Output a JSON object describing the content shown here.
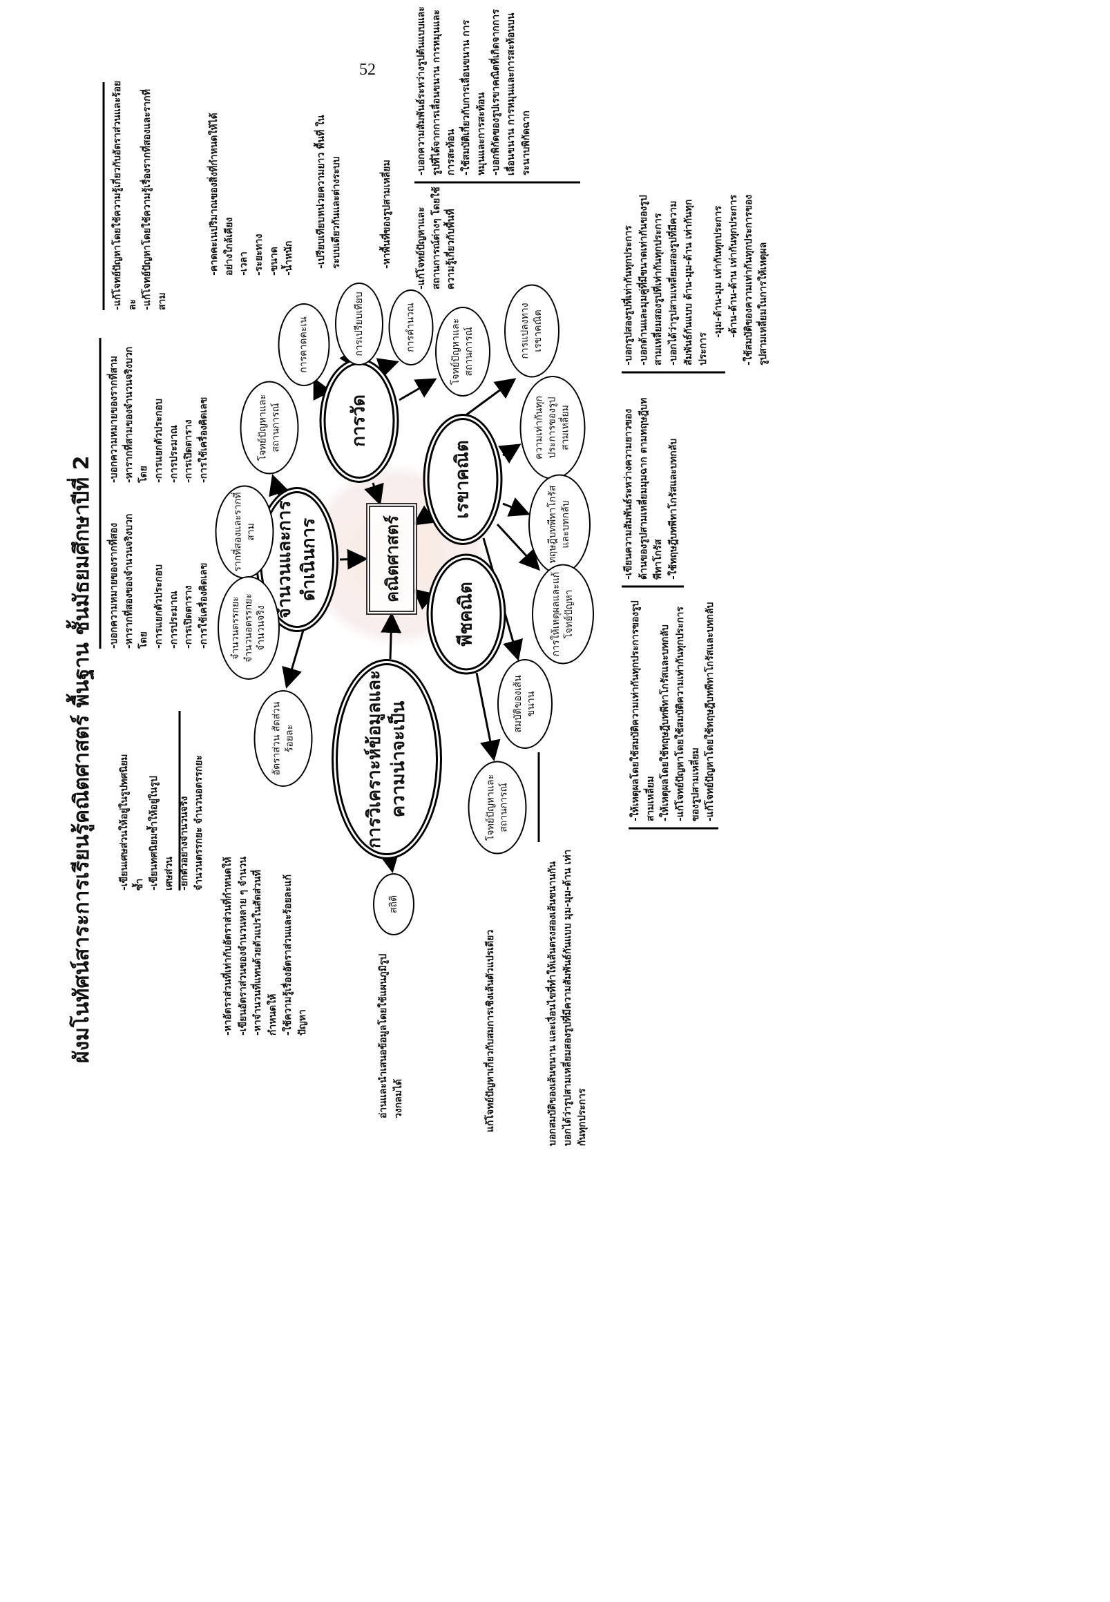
{
  "page_number": "52",
  "title": "ผังมโนทัศน์สาระการเรียนรู้คณิตศาสตร์ พื้นฐาน ชั้นมัธยมศึกษาปีที่ 2",
  "center": "คณิตศาสตร์",
  "main_nodes": {
    "number": "จำนวนและการดำเนินการ",
    "measurement": "การวัด",
    "geometry": "เรขาคณิต",
    "algebra": "พีชคณิต",
    "data": "การวิเคราะห์ข้อมูลและความน่าจะเป็น"
  },
  "sub_nodes": {
    "roots": "รากที่สองและรากที่สาม",
    "real_numbers": "จำนวนตรรกยะ จำนวนอตรรกยะ จำนวนจริง",
    "ratio": "อัตราส่วน สัดส่วน ร้อยละ",
    "number_problems": "โจทย์ปัญหาและสถานการณ์",
    "estimation": "การคาดคะเน",
    "comparison": "การเปรียบเทียบ",
    "calculation": "การคำนวณ",
    "measure_problems": "โจทย์ปัญหาและสถานการณ์",
    "transformation": "การแปลงทางเรขาคณิต",
    "congruence": "ความเท่ากันทุกประการของรูปสามเหลี่ยม",
    "pythagoras": "ทฤษฎีบทพีทาโกรัสและบทกลับ",
    "reasoning": "การให้เหตุผลและแก้โจทย์ปัญหา",
    "parallel": "สมบัติของเส้นขนาน",
    "algebra_problems": "โจทย์ปัญหาและสถานการณ์",
    "statistics": "สถิติ"
  },
  "lists": {
    "real_numbers": [
      "-เขียนเศษส่วนให้อยู่ในรูปทศนิยมซ้ำ",
      "-เขียนทศนิยมซ้ำให้อยู่ในรูปเศษส่วน",
      "-ยกตัวอย่างจำนวนจริง จำนวนตรรกยะ จำนวนอตรรกยะ"
    ],
    "square_roots": [
      "-บอกความหมายของรากที่สอง",
      "-หารากที่สองของจำนวนจริงบวกโดย",
      "-การแยกตัวประกอบ",
      "-การประมาณ",
      "-การเปิดตาราง",
      "-การใช้เครื่องคิดเลข"
    ],
    "cube_roots": [
      "-บอกความหมายของรากที่สาม",
      "-หารากที่สามของจำนวนจริงบวกโดย",
      "-การแยกตัวประกอบ",
      "-การประมาณ",
      "-การเปิดตาราง",
      "-การใช้เครื่องคิดเลข"
    ],
    "number_problems": [
      "-แก้โจทย์ปัญหาโดยใช้ความรู้เกี่ยวกับอัตราส่วนและร้อยละ",
      "-แก้โจทย์ปัญหาโดยใช้ความรู้เรื่องรากที่สองและรากที่สาม"
    ],
    "estimation": [
      "-คาดคะเนปริมาณของสิ่งที่กำหนดให้ได้อย่างใกล้เคียง",
      "-เวลา",
      "-ระยะทาง",
      "-ขนาด",
      "-น้ำหนัก"
    ],
    "comparison": [
      "-เปรียบเทียบหน่วยความยาว พื้นที่ ในระบบเดียวกันและต่างระบบ"
    ],
    "calculation": [
      "-หาพื้นที่ของรูปสามเหลี่ยม"
    ],
    "measure_problems": [
      "-แก้โจทย์ปัญหาและสถานการณ์ต่างๆ โดยใช้ความรู้เกี่ยวกับพื้นที่"
    ],
    "transformation": [
      "-บอกความสัมพันธ์ระหว่างรูปต้นแบบและรูปที่ได้จากการเลื่อนขนาน การหมุนและการสะท้อน",
      "-ใช้สมบัติเกี่ยวกับการเลื่อนขนาน การหมุนและการสะท้อน",
      "-บอกพิกัดของรูปเรขาคณิตที่เกิดจากการเลื่อนขนาน การหมุนและการสะท้อนบนระนาบพิกัดฉาก"
    ],
    "congruence": [
      "-บอกรูปสองรูปที่เท่ากันทุกประการ",
      "-บอกด้านและมุมคู่ที่มีขนาดเท่ากันของรูปสามเหลี่ยมสองรูปที่เท่ากันทุกประการ",
      "-บอกได้ว่ารูปสามเหลี่ยมสองรูปที่มีความสัมพันธ์กันแบบ ด้าน-มุม-ด้าน เท่ากันทุกประการ",
      "-มุม-ด้าน-มุม เท่ากันทุกประการ",
      "-ด้าน-ด้าน-ด้าน เท่ากันทุกประการ",
      "-ใช้สมบัติของความเท่ากันทุกประการของรูปสามเหลี่ยมในการให้เหตุผล"
    ],
    "pythagoras": [
      "-เขียนความสัมพันธ์ระหว่างความยาวของด้านของรูปสามเหลี่ยมมุมฉาก ตามทฤษฎีบทพีทาโกรัส",
      "-ใช้ทฤษฎีบทพีทาโกรัสและบทกลับ"
    ],
    "reasoning": [
      "-ให้เหตุผลโดยใช้สมบัติความเท่ากันทุกประการของรูปสามเหลี่ยม",
      "-ให้เหตุผลโดยใช้ทฤษฎีบทพีทาโกรัสและบทกลับ",
      "-แก้โจทย์ปัญหาโดยใช้สมบัติความเท่ากันทุกประการของรูปสามเหลี่ยม",
      "-แก้โจทย์ปัญหาโดยใช้ทฤษฎีบทพีทาโกรัสและบทกลับ"
    ],
    "parallel": [
      "บอกสมบัติของเส้นขนาน และเงื่อนไขที่ทำให้เส้นตรงสองเส้นขนานกัน",
      "บอกได้ว่ารูปสามเหลี่ยมสองรูปที่มีความสัมพันธ์กันแบบ มุม-มุม-ด้าน เท่ากันทุกประการ"
    ],
    "algebra_problems": [
      "แก้โจทย์ปัญหาเกี่ยวกับสมการเชิงเส้นตัวแปรเดียว"
    ],
    "statistics": [
      "อ่านและนำเสนอข้อมูลโดยใช้แผนภูมิรูปวงกลมได้"
    ],
    "ratio": [
      "-หาอัตราส่วนที่เท่ากับอัตราส่วนที่กำหนดให้",
      "-เขียนอัตราส่วนของจำนวนหลาย ๆ จำนวน",
      "-หาจำนวนที่แทนด้วยตัวแปรในสัดส่วนที่กำหนดให้",
      "-ใช้ความรู้เรื่องอัตราส่วนและร้อยละแก้ปัญหา"
    ]
  }
}
